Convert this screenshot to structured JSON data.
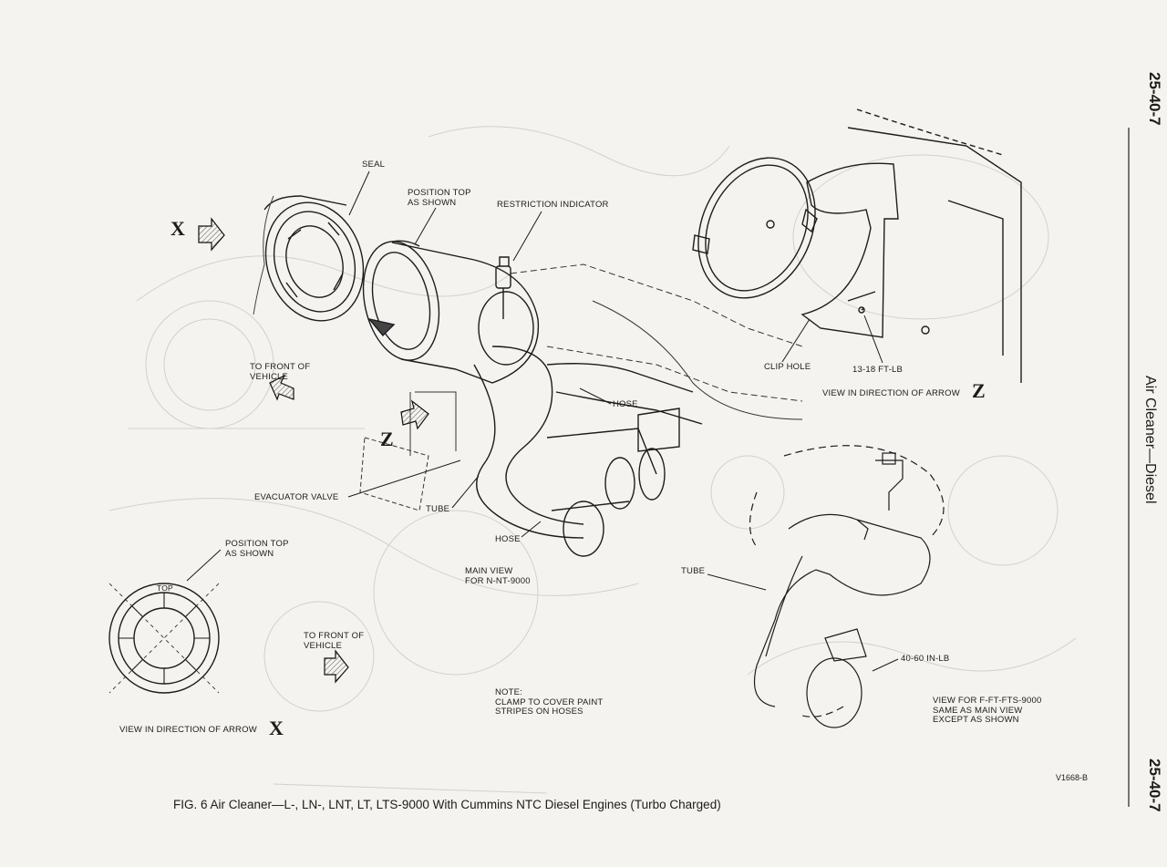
{
  "page": {
    "number_top": "25-40-7",
    "number_bottom": "25-40-7",
    "section_title": "Air Cleaner—Diesel",
    "figure_id": "V1668-B",
    "caption": "FIG. 6 Air Cleaner—L-, LN-, LNT, LT, LTS-9000 With Cummins NTC Diesel Engines (Turbo Charged)"
  },
  "labels": {
    "seal": "SEAL",
    "position_top_1": "POSITION TOP\nAS SHOWN",
    "restriction_indicator": "RESTRICTION INDICATOR",
    "to_front_1": "TO FRONT OF\nVEHICLE",
    "hose_1": "HOSE",
    "clip_hole": "CLIP HOLE",
    "torque_1": "13-18 FT-LB",
    "view_z": "VIEW IN DIRECTION OF ARROW",
    "evacuator_valve": "EVACUATOR VALVE",
    "tube_1": "TUBE",
    "hose_2": "HOSE",
    "position_top_2": "POSITION TOP\nAS SHOWN",
    "top": "TOP",
    "main_view": "MAIN VIEW\nFOR N-NT-9000",
    "tube_2": "TUBE",
    "to_front_2": "TO FRONT OF\nVEHICLE",
    "torque_2": "40-60 IN-LB",
    "note": "NOTE:\nCLAMP TO COVER PAINT\nSTRIPES ON HOSES",
    "view_f": "VIEW FOR F-FT-FTS-9000\nSAME AS MAIN VIEW\nEXCEPT AS SHOWN",
    "view_x": "VIEW IN DIRECTION OF ARROW"
  },
  "markers": {
    "x_top": "X",
    "z_left": "Z",
    "z_view": "Z",
    "x_view": "X"
  }
}
